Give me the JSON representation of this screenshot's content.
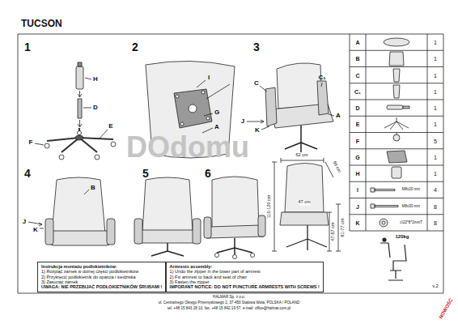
{
  "diagram": {
    "title": "TUCSON",
    "nodes": [
      {
        "text": [
          "Instrukcja montażu podłokietników:",
          "1) Rozpiąć zamek w dolnej części podłokietników",
          "2) Przykręcić podłokietnik do oparcia i siedziska",
          "3) Zasunąć zamek",
          "UWAGA: NIE PRZEBIJAĆ PODŁOKIETNIKÓW ŚRUBAMI !"
        ]
      },
      {
        "text": [
          "Armrests assembly:",
          "1) Undo the zipper in the lower part of armrest",
          "2) Fix armrest to back and seat of chair",
          "3) Fasten the zipper",
          "IMPORANT NOTICE: DO NOT PUNCTURE ARMRESTS WITH SCREWS !"
        ]
      }
    ],
    "labels": [
      "1",
      "2",
      "3",
      "4",
      "5",
      "6",
      "H",
      "D",
      "E",
      "F",
      "I",
      "G",
      "A",
      "C",
      "C₁",
      "J",
      "K",
      "A",
      "B",
      "J",
      "K",
      "62 cm",
      "66 cm",
      "47 cm",
      "110-120 cm",
      "47-57 cm",
      "61-77 cm",
      "A",
      "1",
      "B",
      "1",
      "C",
      "1",
      "C₁",
      "1",
      "D",
      "1",
      "E",
      "1",
      "F",
      "5",
      "G",
      "1",
      "H",
      "1",
      "I",
      "M8x20 mm",
      "4",
      "J",
      "M8x30 mm",
      "8",
      "K",
      "∅22*8*2mmT",
      "8",
      "120kg",
      "v.2",
      "HALMAR Sp. z o.o.",
      "ul. Centralnego Okręgu Przemysłowego 2, 37-450 Stalowa Wola, POLSKA / POLAND",
      "tel. +48 15 843 28 10, fax. +48 15 842 19 57, e-mail: office@halmar.com.pl",
      "NOWOŚĆ",
      "DOdomu"
    ]
  }
}
